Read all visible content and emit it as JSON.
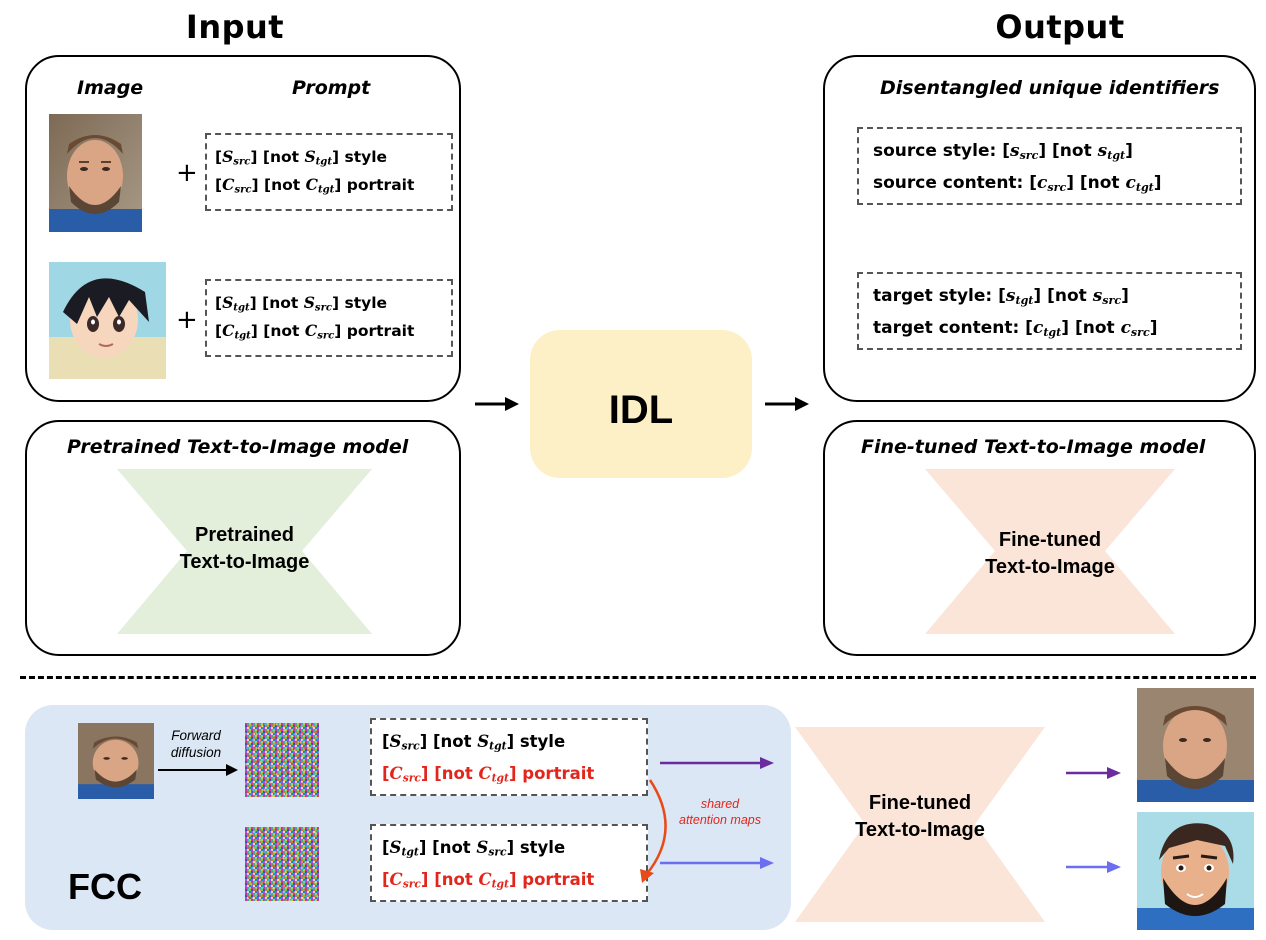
{
  "input": {
    "title": "Input",
    "image_header": "Image",
    "prompt_header": "Prompt",
    "plus": "+",
    "prompt1": {
      "l1_a": "[",
      "l1_s": "S",
      "l1_sub": "src",
      "l1_b": "] [not ",
      "l1_s2": "S",
      "l1_sub2": "tgt",
      "l1_c": "] style",
      "l2_a": "[",
      "l2_s": "C",
      "l2_sub": "src",
      "l2_b": "] [not ",
      "l2_s2": "C",
      "l2_sub2": "tgt",
      "l2_c": "] portrait"
    },
    "prompt2": {
      "l1_a": "[",
      "l1_s": "S",
      "l1_sub": "tgt",
      "l1_b": "] [not ",
      "l1_s2": "S",
      "l1_sub2": "src",
      "l1_c": "] style",
      "l2_a": "[",
      "l2_s": "C",
      "l2_sub": "tgt",
      "l2_b": "] [not ",
      "l2_s2": "C",
      "l2_sub2": "src",
      "l2_c": "] portrait"
    }
  },
  "pretrained": {
    "header": "Pretrained Text-to-Image model",
    "label_l1": "Pretrained",
    "label_l2": "Text-to-Image"
  },
  "idl": {
    "label": "IDL"
  },
  "output": {
    "title": "Output",
    "header": "Disentangled unique identifiers",
    "src_style": {
      "a": "source style: [",
      "s": "s",
      "sub": "src",
      "b": "] [not ",
      "s2": "s",
      "sub2": "tgt",
      "c": "]"
    },
    "src_content": {
      "a": "source content: [",
      "s": "c",
      "sub": "src",
      "b": "] [not ",
      "s2": "c",
      "sub2": "tgt",
      "c": "]"
    },
    "tgt_style": {
      "a": "target style: [",
      "s": "s",
      "sub": "tgt",
      "b": "] [not ",
      "s2": "s",
      "sub2": "src",
      "c": "]"
    },
    "tgt_content": {
      "a": "target content: [",
      "s": "c",
      "sub": "tgt",
      "b": "] [not ",
      "s2": "c",
      "sub2": "src",
      "c": "]"
    }
  },
  "finetuned": {
    "header": "Fine-tuned Text-to-Image model",
    "label_l1": "Fine-tuned",
    "label_l2": "Text-to-Image"
  },
  "fcc": {
    "label": "FCC",
    "forward_l1": "Forward",
    "forward_l2": "diffusion",
    "shared_l1": "shared",
    "shared_l2": "attention maps",
    "prompt1": {
      "l1_a": "[",
      "l1_s": "S",
      "l1_sub": "src",
      "l1_b": "] [not ",
      "l1_s2": "S",
      "l1_sub2": "tgt",
      "l1_c": "] style",
      "l2_a": "[",
      "l2_s": "C",
      "l2_sub": "src",
      "l2_b": "] [not ",
      "l2_s2": "C",
      "l2_sub2": "tgt",
      "l2_c": "] portrait"
    },
    "prompt2": {
      "l1_a": "[",
      "l1_s": "S",
      "l1_sub": "tgt",
      "l1_b": "] [not ",
      "l1_s2": "S",
      "l1_sub2": "src",
      "l1_c": "] style",
      "l2_a": "[",
      "l2_s": "C",
      "l2_sub": "src",
      "l2_b": "] [not ",
      "l2_s2": "C",
      "l2_sub2": "tgt",
      "l2_c": "] portrait"
    },
    "model_l1": "Fine-tuned",
    "model_l2": "Text-to-Image"
  },
  "colors": {
    "idl_bg": "#fdf0c7",
    "pretrained_model": "#e3eedb",
    "finetuned_model": "#fbe5d8",
    "fcc_bg": "#dbe7f4",
    "highlight_red": "#e3261c",
    "arrow_purple": "#6a2c9f",
    "arrow_blue": "#6b6ef0"
  }
}
